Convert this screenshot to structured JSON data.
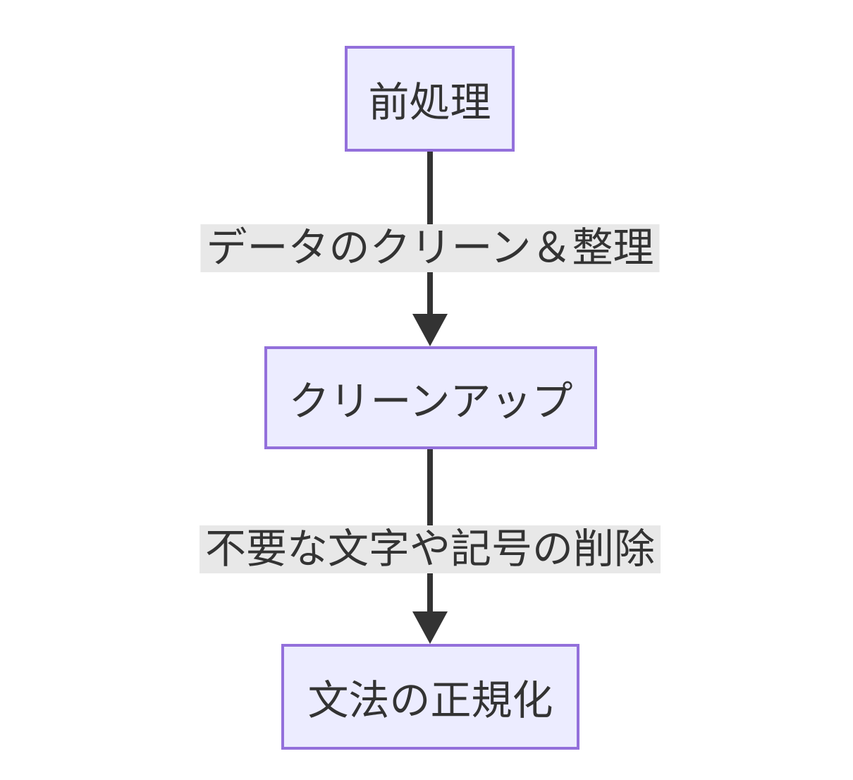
{
  "diagram": {
    "type": "flowchart",
    "direction": "top-down",
    "nodes": [
      {
        "id": "preprocessing",
        "label": "前処理"
      },
      {
        "id": "cleanup",
        "label": "クリーンアップ"
      },
      {
        "id": "grammar_normalization",
        "label": "文法の正規化"
      }
    ],
    "edges": [
      {
        "from": "preprocessing",
        "to": "cleanup",
        "label": "データのクリーン＆整理"
      },
      {
        "from": "cleanup",
        "to": "grammar_normalization",
        "label": "不要な文字や記号の削除"
      }
    ],
    "colors": {
      "node_fill": "#ECECFF",
      "node_border": "#9370DB",
      "edge_line": "#333333",
      "edge_label_background": "#e8e8e8",
      "text": "#333333",
      "background": "#ffffff"
    }
  }
}
